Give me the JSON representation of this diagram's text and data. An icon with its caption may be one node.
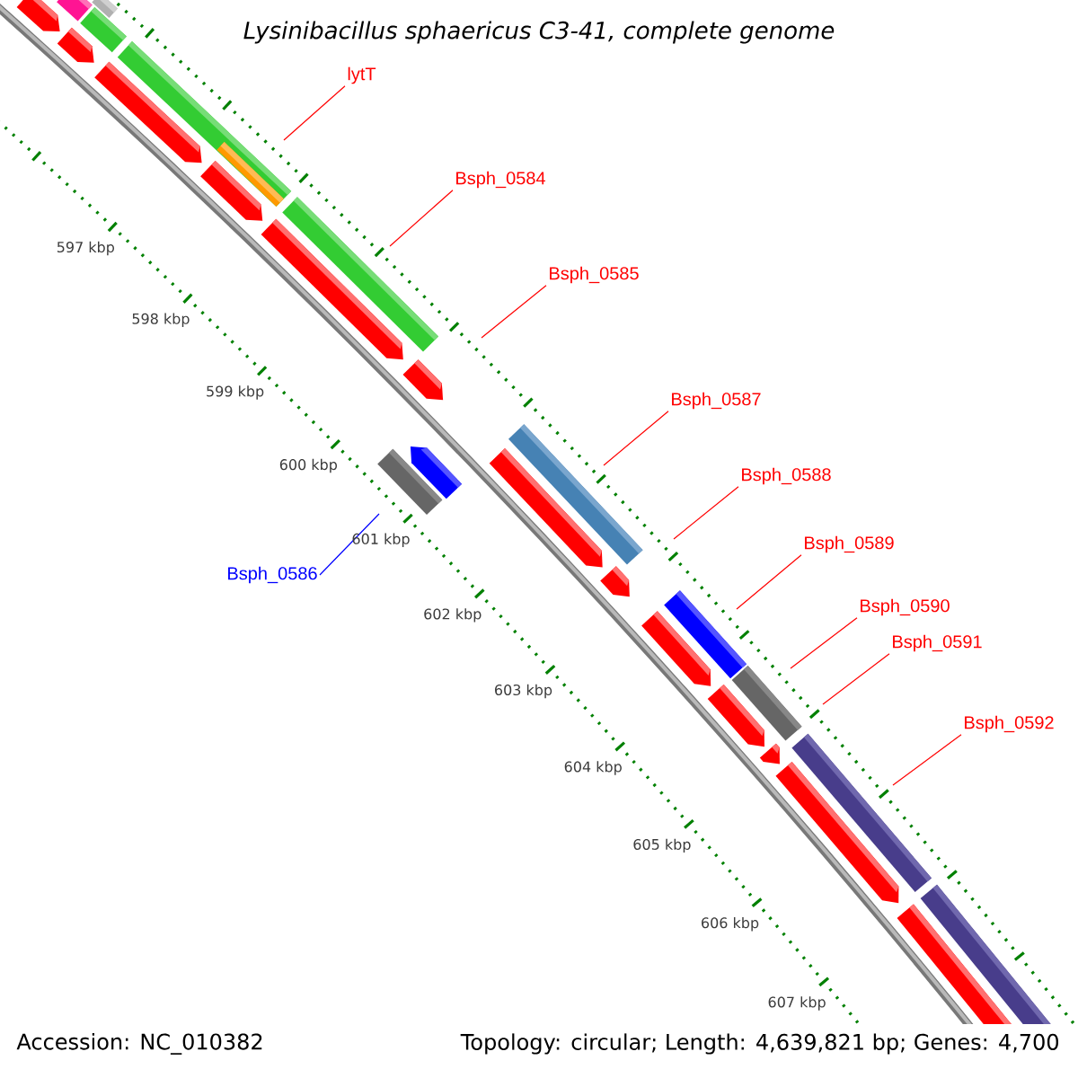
{
  "diagram": {
    "title": "Lysinibacillus sphaericus C3-41, complete genome",
    "nodes": [
      {
        "text": [
          "lytT"
        ]
      },
      {
        "text": [
          "Bsph_0584"
        ]
      },
      {
        "text": [
          "Bsph_0585"
        ]
      },
      {
        "text": [
          "Bsph_0587"
        ]
      },
      {
        "text": [
          "Bsph_0588"
        ]
      },
      {
        "text": [
          "Bsph_0589"
        ]
      },
      {
        "text": [
          "Bsph_0586"
        ]
      },
      {
        "text": [
          "Bsph_0590"
        ]
      },
      {
        "text": [
          "Bsph_0591"
        ]
      },
      {
        "text": [
          "Bsph_0592"
        ]
      }
    ],
    "edges": [
      {
        "from": 0,
        "to": null,
        "arrow": "none"
      },
      {
        "from": 1,
        "to": null,
        "arrow": "none"
      },
      {
        "from": 2,
        "to": null,
        "arrow": "none"
      },
      {
        "from": 3,
        "to": null,
        "arrow": "none"
      },
      {
        "from": 4,
        "to": null,
        "arrow": "none"
      },
      {
        "from": 5,
        "to": null,
        "arrow": "none"
      },
      {
        "from": 6,
        "to": null,
        "arrow": "none",
        "color": "#0000ff"
      },
      {
        "from": 7,
        "to": null,
        "arrow": "none"
      },
      {
        "from": 8,
        "to": null,
        "arrow": "none"
      },
      {
        "from": 9,
        "to": null,
        "arrow": "none"
      }
    ],
    "labels": [
      "597 kbp",
      "598 kbp",
      "599 kbp",
      "600 kbp",
      "601 kbp",
      "602 kbp",
      "603 kbp",
      "604 kbp",
      "605 kbp",
      "606 kbp",
      "607 kbp",
      "Accession: NC_010382",
      "Topology: circular; Length: 4,639,821 bp; Genes: 4,700"
    ]
  }
}
